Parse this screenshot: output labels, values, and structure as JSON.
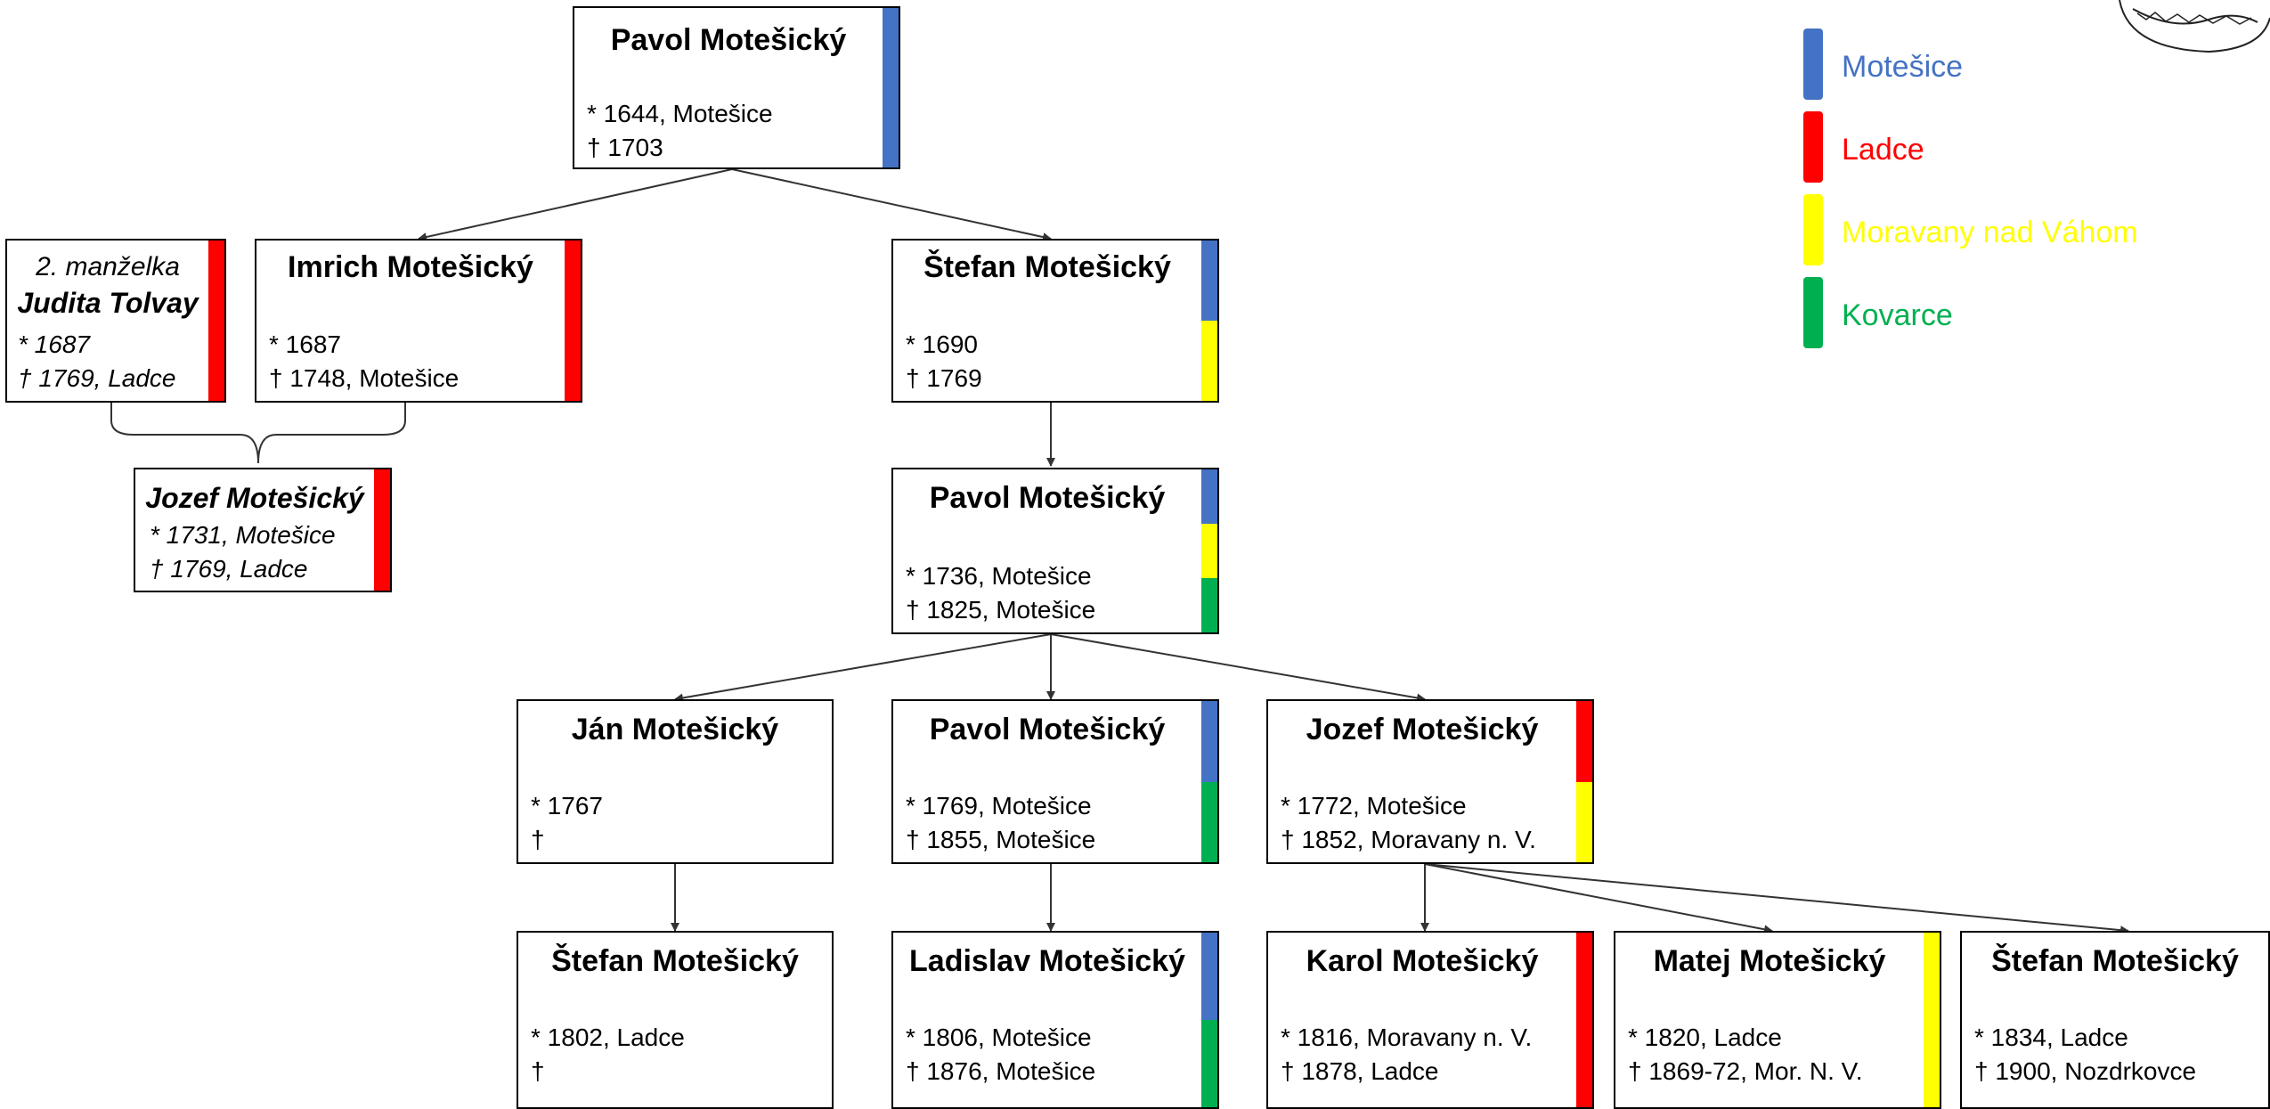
{
  "colors": {
    "motesice": "#4472C4",
    "ladce": "#FF0000",
    "moravany": "#FFFF00",
    "kovarce": "#00B050",
    "line": "#333333"
  },
  "legend": [
    {
      "label": "Motešice",
      "color": "#4472C4"
    },
    {
      "label": "Ladce",
      "color": "#FF0000"
    },
    {
      "label": "Moravany nad Váhom",
      "color": "#FFFF00"
    },
    {
      "label": "Kovarce",
      "color": "#00B050"
    }
  ],
  "people": {
    "pavol_1644": {
      "name": "Pavol Motešický",
      "born": "* 1644, Motešice",
      "died": "† 1703",
      "places": [
        "motesice"
      ]
    },
    "manzelka": {
      "line1": "2. manželka",
      "name": "Judita Tolvay",
      "born": "* 1687",
      "died": "† 1769, Ladce",
      "places": [
        "ladce"
      ]
    },
    "imrich": {
      "name": "Imrich Motešický",
      "born": "* 1687",
      "died": "† 1748, Motešice",
      "places": [
        "ladce"
      ]
    },
    "stefan_1690": {
      "name": "Štefan Motešický",
      "born": "* 1690",
      "died": "† 1769",
      "places": [
        "motesice",
        "moravany"
      ]
    },
    "jozef_1731": {
      "name": "Jozef Motešický",
      "born": "* 1731, Motešice",
      "died": "† 1769, Ladce",
      "places": [
        "ladce"
      ]
    },
    "pavol_1736": {
      "name": "Pavol Motešický",
      "born": "* 1736, Motešice",
      "died": "† 1825, Motešice",
      "places": [
        "motesice",
        "moravany",
        "kovarce"
      ]
    },
    "jan_1767": {
      "name": "Ján Motešický",
      "born": "* 1767",
      "died": "†",
      "places": []
    },
    "pavol_1769": {
      "name": "Pavol Motešický",
      "born": "* 1769, Motešice",
      "died": "† 1855, Motešice",
      "places": [
        "motesice",
        "kovarce"
      ]
    },
    "jozef_1772": {
      "name": "Jozef Motešický",
      "born": "* 1772, Motešice",
      "died": "† 1852, Moravany n. V.",
      "places": [
        "ladce",
        "moravany"
      ]
    },
    "stefan_1802": {
      "name": "Štefan Motešický",
      "born": "* 1802, Ladce",
      "died": "†",
      "places": []
    },
    "ladislav_1806": {
      "name": "Ladislav Motešický",
      "born": "* 1806, Motešice",
      "died": "† 1876, Motešice",
      "places": [
        "motesice",
        "kovarce"
      ]
    },
    "karol_1816": {
      "name": "Karol Motešický",
      "born": "* 1816, Moravany n. V.",
      "died": "† 1878, Ladce",
      "places": [
        "ladce"
      ]
    },
    "matej_1820": {
      "name": "Matej Motešický",
      "born": "* 1820, Ladce",
      "died": "† 1869-72, Mor. N. V.",
      "places": [
        "moravany"
      ]
    },
    "stefan_1834": {
      "name": "Štefan Motešický",
      "born": "* 1834, Ladce",
      "died": "† 1900, Nozdrkovce",
      "places": []
    }
  }
}
